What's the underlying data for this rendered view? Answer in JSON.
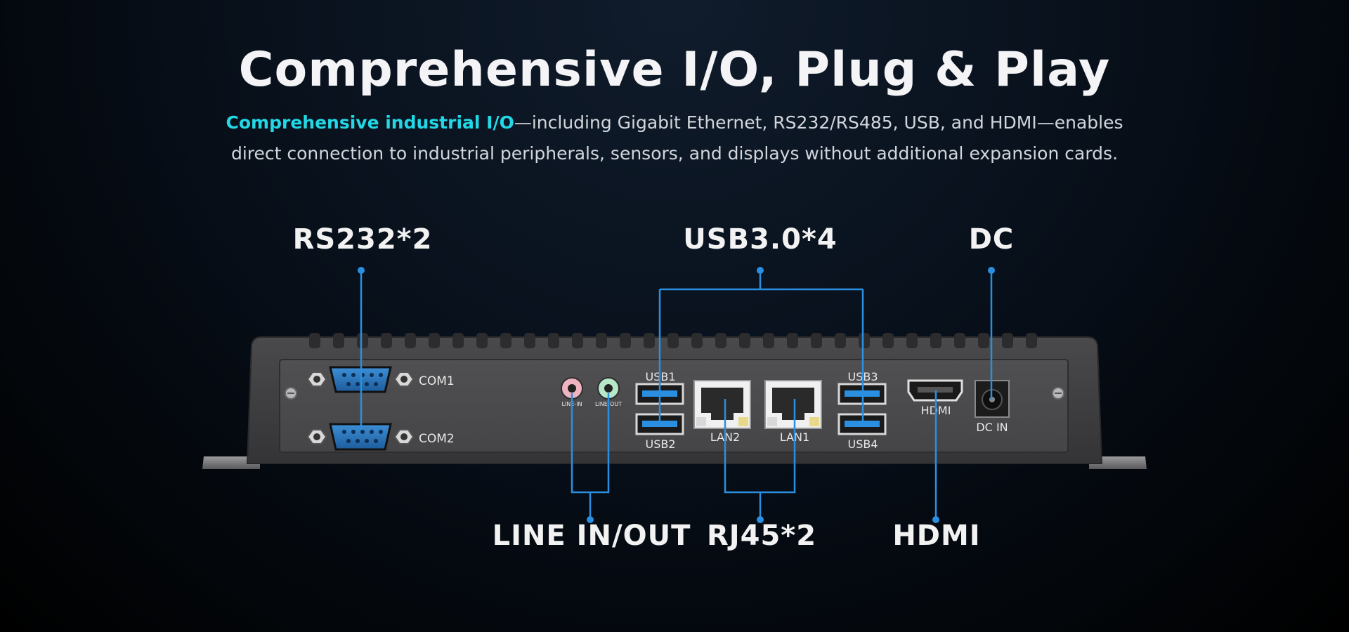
{
  "header": {
    "title": "Comprehensive I/O, Plug & Play",
    "subtitle_highlight": "Comprehensive industrial I/O",
    "subtitle_line1_rest": "—including Gigabit Ethernet, RS232/RS485, USB, and HDMI—enables",
    "subtitle_line2": "direct connection to industrial peripherals, sensors, and displays without additional expansion cards."
  },
  "callouts": {
    "rs232": "RS232*2",
    "usb": "USB3.0*4",
    "dc": "DC",
    "line": "LINE IN/OUT",
    "rj45": "RJ45*2",
    "hdmi": "HDMI"
  },
  "ports": {
    "com1": "COM1",
    "com2": "COM2",
    "line_in": "LINE-IN",
    "line_out": "LINE-OUT",
    "usb1": "USB1",
    "usb2": "USB2",
    "usb3": "USB3",
    "usb4": "USB4",
    "lan1": "LAN1",
    "lan2": "LAN2",
    "hdmi": "HDMI",
    "dc_in": "DC IN"
  },
  "colors": {
    "accent": "#23d8e6",
    "leader": "#2a8fe0",
    "usb_blue": "#2a8fe0"
  }
}
